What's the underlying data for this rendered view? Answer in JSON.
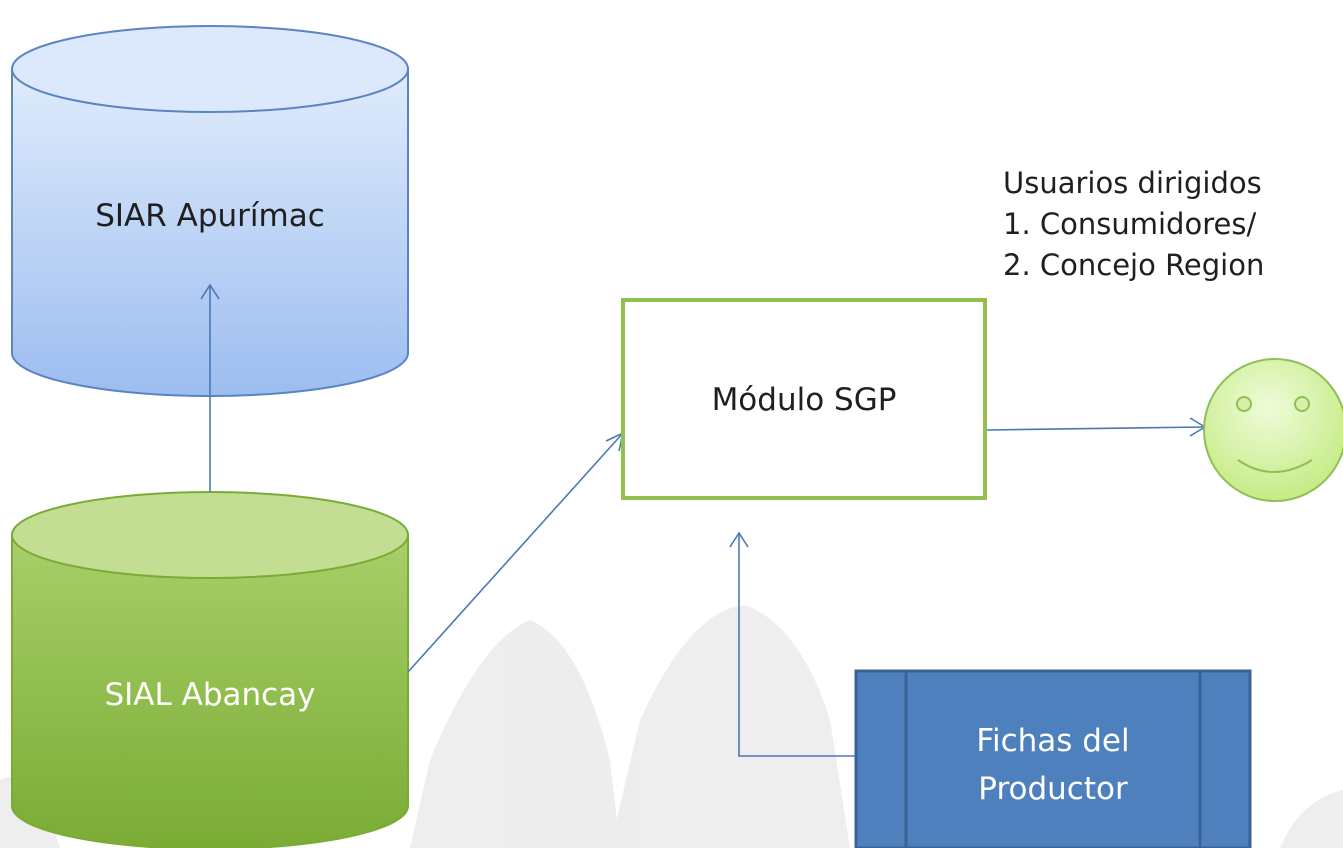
{
  "nodes": {
    "siar": "SIAR Apurímac",
    "sial": "SIAL Abancay",
    "sgp": "Módulo SGP",
    "fichas_line1": "Fichas del",
    "fichas_line2": "Productor"
  },
  "users": {
    "title": "Usuarios dirigidos",
    "items": [
      "1. Consumidores/",
      "2. Concejo Region"
    ]
  },
  "colors": {
    "siar_fill": "#b7d0f6",
    "siar_stroke": "#5a84c2",
    "sial_fill": "#92c04c",
    "sial_top": "#c3de93",
    "sgp_border": "#92c04c",
    "fichas_fill": "#4d80bd",
    "fichas_stroke": "#3a6394",
    "arrow": "#4a78b5",
    "smiley_fill": "#c8ed8a",
    "smiley_stroke": "#8fbf55"
  }
}
